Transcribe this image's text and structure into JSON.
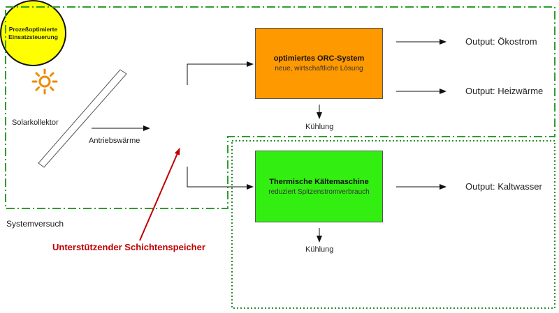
{
  "sun_icon": "sun-icon",
  "solar_collector_label": "Solarkollektor",
  "drive_heat_label": "Antriebswärme",
  "controller_label_line1": "Prozeßoptimierte",
  "controller_label_line2": "Einsatzsteuerung",
  "orc_title": "optimiertes ORC-System",
  "orc_subtitle": "neue, wirtschaftliche Lösung",
  "chiller_title": "Thermische Kältemaschine",
  "chiller_subtitle": "reduziert Spitzenstromverbrauch",
  "cooling_label_top": "Kühlung",
  "cooling_label_bottom": "Kühlung",
  "output_eco_power": "Output: Ökostrom",
  "output_heat": "Output: Heizwärme",
  "output_cold_water": "Output: Kaltwasser",
  "system_test_label": "Systemversuch",
  "support_storage_label": "Unterstützender Schichtenspeicher",
  "colors": {
    "orc_fill": "#ff9900",
    "chiller_fill": "#33ee11",
    "controller_fill": "#ffff00",
    "boundary_dashdot": "#2e9e2e",
    "boundary_dotted": "#2e8b2e",
    "highlight_red": "#c00000",
    "sun": "#f08a00"
  }
}
